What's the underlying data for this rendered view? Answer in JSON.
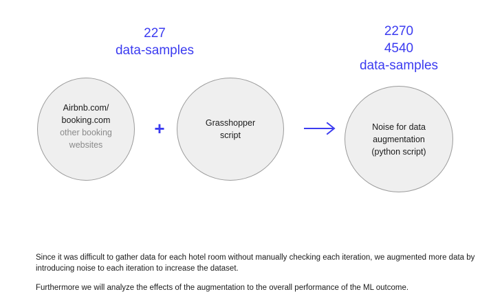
{
  "diagram": {
    "annotations": [
      {
        "id": "input-samples",
        "lines": [
          "227",
          "data-samples"
        ],
        "color": "#3b3bf0"
      },
      {
        "id": "output-samples",
        "lines": [
          "2270",
          "4540",
          "data-samples"
        ],
        "color": "#3b3bf0"
      }
    ],
    "nodes": [
      {
        "id": "sources",
        "lines": [
          {
            "text": "Airbnb.com/",
            "muted": false
          },
          {
            "text": "booking.com",
            "muted": false
          },
          {
            "text": "other booking",
            "muted": true
          },
          {
            "text": "websites",
            "muted": true
          }
        ]
      },
      {
        "id": "grasshopper",
        "lines": [
          {
            "text": "Grasshopper",
            "muted": false
          },
          {
            "text": "script",
            "muted": false
          }
        ]
      },
      {
        "id": "noise",
        "lines": [
          {
            "text": "Noise for data",
            "muted": false
          },
          {
            "text": "augmentation",
            "muted": false
          },
          {
            "text": "(python script)",
            "muted": false
          }
        ]
      }
    ],
    "connectors": {
      "plus_symbol": "+",
      "arrow_symbol": "→"
    },
    "style": {
      "circle_fill": "#efefef",
      "circle_stroke": "#9a9a9a",
      "accent": "#3b3bf0",
      "muted_text": "#8a8a8a",
      "body_text": "#1a1a1a",
      "background": "#ffffff"
    }
  },
  "captions": {
    "augmentation": "Since it was difficult to gather data for each hotel room without manually checking each iteration, we augmented more data by introducing noise to each iteration to increase the dataset.",
    "analysis": "Furthermore we will analyze the effects of the augmentation to the overall performance of the ML outcome."
  }
}
